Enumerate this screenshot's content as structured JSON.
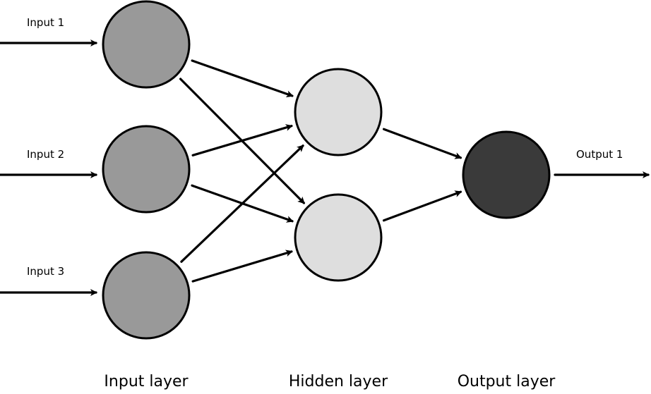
{
  "diagram": {
    "inputs": [
      {
        "id": "input-1",
        "label": "Input 1"
      },
      {
        "id": "input-2",
        "label": "Input 2"
      },
      {
        "id": "input-3",
        "label": "Input 3"
      }
    ],
    "output": {
      "id": "output-1",
      "label": "Output 1"
    },
    "layers": [
      {
        "id": "input-layer",
        "label": "Input layer",
        "fill": "#999999"
      },
      {
        "id": "hidden-layer",
        "label": "Hidden layer",
        "fill": "#dedede"
      },
      {
        "id": "output-layer",
        "label": "Output layer",
        "fill": "#3a3a3a"
      }
    ],
    "nodes": {
      "input": [
        "i1",
        "i2",
        "i3"
      ],
      "hidden": [
        "h1",
        "h2"
      ],
      "output": [
        "o1"
      ]
    },
    "edges": [
      [
        "i1",
        "h1"
      ],
      [
        "i1",
        "h2"
      ],
      [
        "i2",
        "h1"
      ],
      [
        "i2",
        "h2"
      ],
      [
        "i3",
        "h1"
      ],
      [
        "i3",
        "h2"
      ],
      [
        "h1",
        "o1"
      ],
      [
        "h2",
        "o1"
      ]
    ]
  }
}
